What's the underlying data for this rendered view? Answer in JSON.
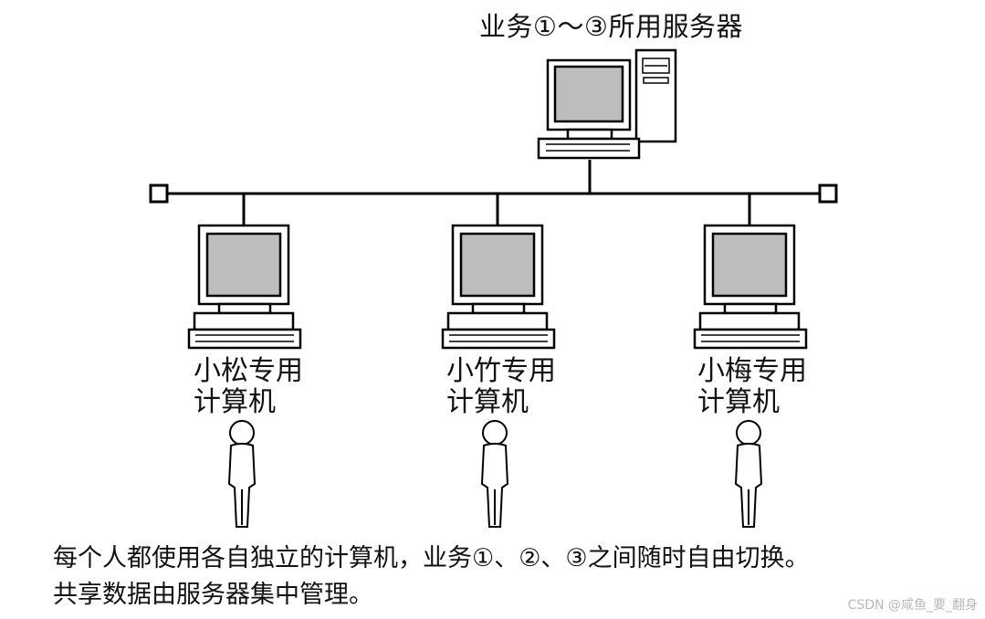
{
  "server": {
    "title": "业务①～③所用服务器"
  },
  "clients": [
    {
      "line1": "小松专用",
      "line2": "计算机"
    },
    {
      "line1": "小竹专用",
      "line2": "计算机"
    },
    {
      "line1": "小梅专用",
      "line2": "计算机"
    }
  ],
  "caption": {
    "line1": "每个人都使用各自独立的计算机，业务①、②、③之间随时自由切换。",
    "line2": "共享数据由服务器集中管理。"
  },
  "watermark": "CSDN @咸鱼_要_翻身"
}
